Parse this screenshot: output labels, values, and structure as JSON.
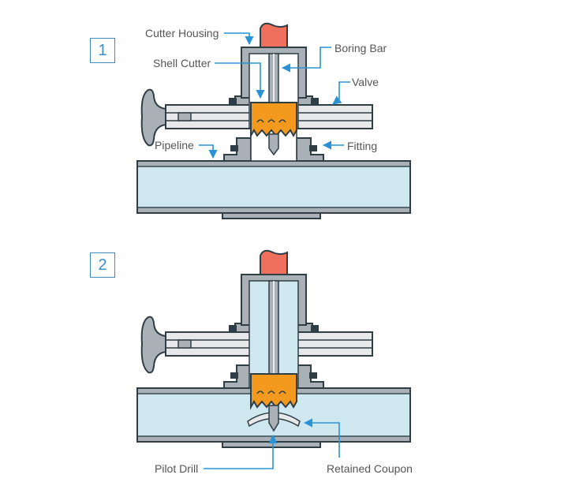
{
  "steps": [
    "1",
    "2"
  ],
  "labels": {
    "cutter_housing": "Cutter Housing",
    "boring_bar": "Boring Bar",
    "shell_cutter": "Shell Cutter",
    "valve": "Valve",
    "pipeline": "Pipeline",
    "fitting": "Fitting",
    "pilot_drill": "Pilot Drill",
    "retained_coupon": "Retained Coupon"
  },
  "colors": {
    "outline": "#2f3d45",
    "steel": "#a9b1b6",
    "steel_light": "#e6e8ea",
    "pipe_fluid": "#cfe8f0",
    "cutter": "#f39a1e",
    "motor": "#ee6f5c",
    "leader": "#2a93d5",
    "label_text": "#555555"
  }
}
